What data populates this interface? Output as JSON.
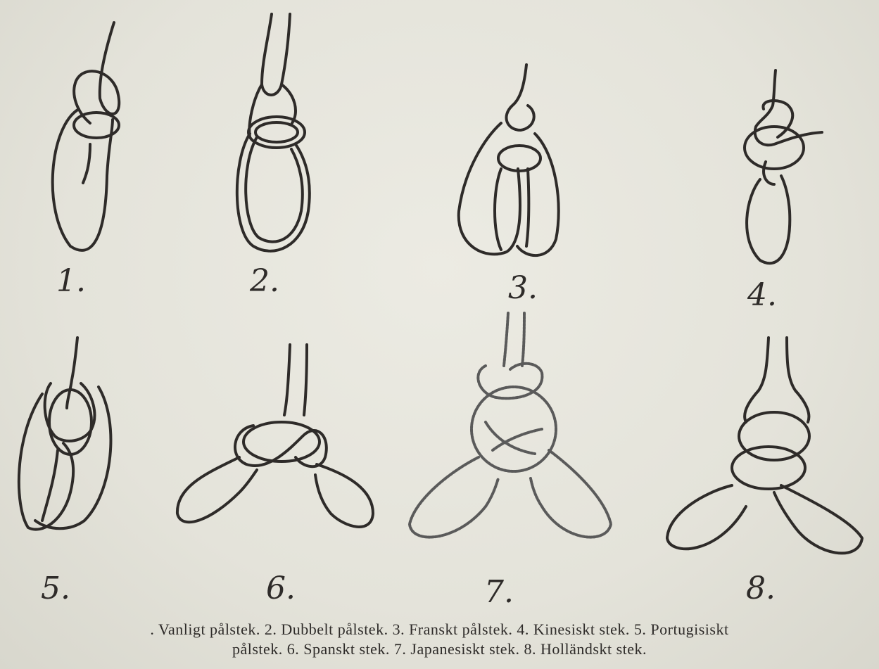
{
  "figure": {
    "numbers": [
      "1.",
      "2.",
      "3.",
      "4.",
      "5.",
      "6.",
      "7.",
      "8."
    ],
    "caption_line1": ". Vanligt pålstek.  2. Dubbelt pålstek.  3. Franskt pålstek.  4. Kinesiskt stek.  5. Portugisiskt",
    "caption_line2": "pålstek.  6. Spanskt stek.  7. Japanesiskt stek.  8. Holländskt stek."
  }
}
